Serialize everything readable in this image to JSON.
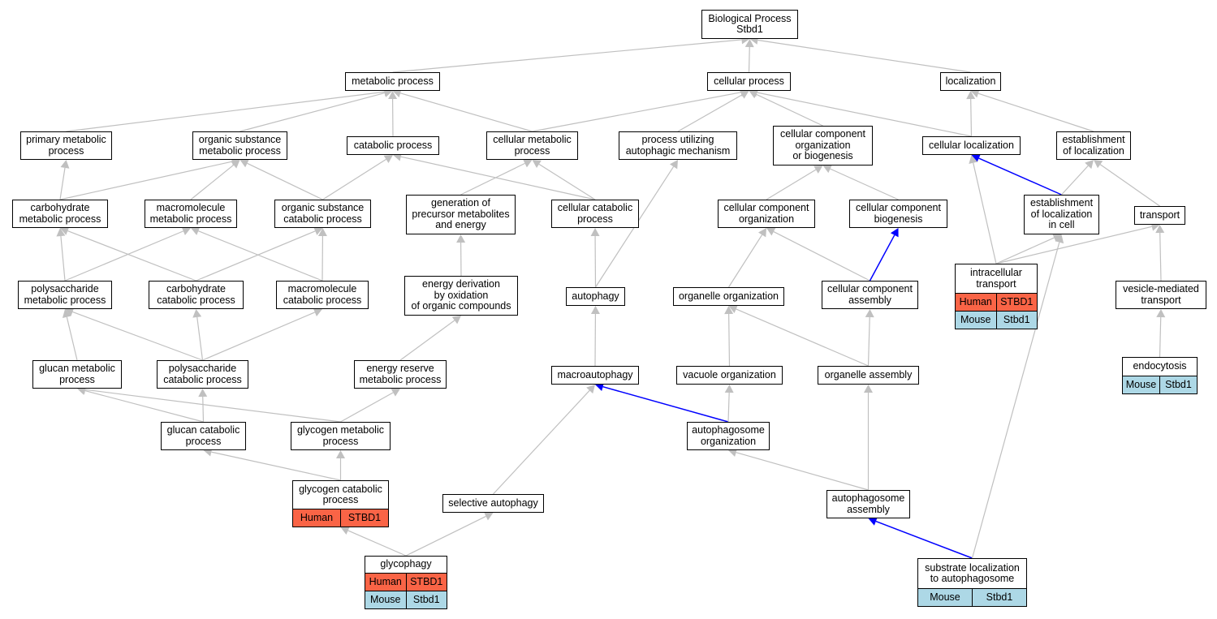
{
  "colors": {
    "edge": "#c0c0c0",
    "highlight_edge": "#0000ff",
    "human": "#fa6446",
    "mouse": "#add8e6",
    "border": "#000000"
  },
  "nodes": {
    "bp": {
      "label": "Biological Process\nStbd1"
    },
    "met": {
      "label": "metabolic process"
    },
    "cell": {
      "label": "cellular process"
    },
    "loc": {
      "label": "localization"
    },
    "pmp": {
      "label": "primary metabolic\nprocess"
    },
    "osmp": {
      "label": "organic substance\nmetabolic process"
    },
    "catp": {
      "label": "catabolic process"
    },
    "cmp": {
      "label": "cellular metabolic\nprocess"
    },
    "puam": {
      "label": "process utilizing\nautophagic mechanism"
    },
    "ccob": {
      "label": "cellular component\norganization\nor biogenesis"
    },
    "cloc": {
      "label": "cellular localization"
    },
    "eloc": {
      "label": "establishment\nof localization"
    },
    "chmp": {
      "label": "carbohydrate\nmetabolic process"
    },
    "mmp": {
      "label": "macromolecule\nmetabolic process"
    },
    "oscp": {
      "label": "organic substance\ncatabolic process"
    },
    "gpme": {
      "label": "generation of\nprecursor metabolites\nand energy"
    },
    "ccp": {
      "label": "cellular catabolic\nprocess"
    },
    "cco": {
      "label": "cellular component\norganization"
    },
    "ccb": {
      "label": "cellular component\nbiogenesis"
    },
    "elic": {
      "label": "establishment\nof localization\nin cell"
    },
    "trn": {
      "label": "transport"
    },
    "psmp": {
      "label": "polysaccharide\nmetabolic process"
    },
    "chcp": {
      "label": "carbohydrate\ncatabolic process"
    },
    "mcp": {
      "label": "macromolecule\ncatabolic process"
    },
    "ed": {
      "label": "energy derivation\nby oxidation\nof organic compounds"
    },
    "aut": {
      "label": "autophagy"
    },
    "oo": {
      "label": "organelle organization"
    },
    "cca": {
      "label": "cellular component\nassembly"
    },
    "it": {
      "label": "intracellular\ntransport",
      "human": [
        "Human",
        "STBD1"
      ],
      "mouse": [
        "Mouse",
        "Stbd1"
      ]
    },
    "vmt": {
      "label": "vesicle-mediated\ntransport"
    },
    "gmp": {
      "label": "glucan metabolic\nprocess"
    },
    "pscp": {
      "label": "polysaccharide\ncatabolic process"
    },
    "ermp": {
      "label": "energy reserve\nmetabolic process"
    },
    "maut": {
      "label": "macroautophagy"
    },
    "vo": {
      "label": "vacuole organization"
    },
    "oa": {
      "label": "organelle assembly"
    },
    "endo": {
      "label": "endocytosis",
      "mouse": [
        "Mouse",
        "Stbd1"
      ]
    },
    "gcp": {
      "label": "glucan catabolic\nprocess"
    },
    "glmp": {
      "label": "glycogen metabolic\nprocess"
    },
    "apo": {
      "label": "autophagosome\norganization"
    },
    "glcp": {
      "label": "glycogen catabolic\nprocess",
      "human": [
        "Human",
        "STBD1"
      ]
    },
    "saut": {
      "label": "selective autophagy"
    },
    "apa": {
      "label": "autophagosome\nassembly"
    },
    "glyp": {
      "label": "glycophagy",
      "human": [
        "Human",
        "STBD1"
      ],
      "mouse": [
        "Mouse",
        "Stbd1"
      ]
    },
    "slap": {
      "label": "substrate localization\nto autophagosome",
      "mouse": [
        "Mouse",
        "Stbd1"
      ]
    }
  },
  "edges": [
    [
      "met",
      "bp"
    ],
    [
      "cell",
      "bp"
    ],
    [
      "loc",
      "bp"
    ],
    [
      "pmp",
      "met"
    ],
    [
      "osmp",
      "met"
    ],
    [
      "catp",
      "met"
    ],
    [
      "cmp",
      "met"
    ],
    [
      "cmp",
      "cell"
    ],
    [
      "puam",
      "cell"
    ],
    [
      "ccob",
      "cell"
    ],
    [
      "cloc",
      "cell"
    ],
    [
      "cloc",
      "loc"
    ],
    [
      "eloc",
      "loc"
    ],
    [
      "chmp",
      "osmp"
    ],
    [
      "mmp",
      "osmp"
    ],
    [
      "oscp",
      "osmp"
    ],
    [
      "oscp",
      "catp"
    ],
    [
      "ccp",
      "catp"
    ],
    [
      "gpme",
      "cmp"
    ],
    [
      "ccp",
      "cmp"
    ],
    [
      "cco",
      "ccob"
    ],
    [
      "ccb",
      "ccob"
    ],
    [
      "elic",
      "cloc",
      1
    ],
    [
      "elic",
      "eloc"
    ],
    [
      "trn",
      "eloc"
    ],
    [
      "chmp",
      "pmp"
    ],
    [
      "psmp",
      "chmp"
    ],
    [
      "chcp",
      "chmp"
    ],
    [
      "psmp",
      "mmp"
    ],
    [
      "mcp",
      "mmp"
    ],
    [
      "chcp",
      "oscp"
    ],
    [
      "mcp",
      "oscp"
    ],
    [
      "ed",
      "gpme"
    ],
    [
      "aut",
      "ccp"
    ],
    [
      "aut",
      "puam"
    ],
    [
      "oo",
      "cco"
    ],
    [
      "cca",
      "cco"
    ],
    [
      "cca",
      "ccb",
      1
    ],
    [
      "it",
      "cloc"
    ],
    [
      "it",
      "elic"
    ],
    [
      "it",
      "trn"
    ],
    [
      "vmt",
      "trn"
    ],
    [
      "gmp",
      "psmp"
    ],
    [
      "pscp",
      "psmp"
    ],
    [
      "pscp",
      "chcp"
    ],
    [
      "pscp",
      "mcp"
    ],
    [
      "ermp",
      "ed"
    ],
    [
      "maut",
      "aut"
    ],
    [
      "vo",
      "oo"
    ],
    [
      "oa",
      "oo"
    ],
    [
      "oa",
      "cca"
    ],
    [
      "endo",
      "vmt"
    ],
    [
      "gcp",
      "gmp"
    ],
    [
      "glmp",
      "gmp"
    ],
    [
      "gcp",
      "pscp"
    ],
    [
      "glmp",
      "ermp"
    ],
    [
      "apo",
      "maut",
      1
    ],
    [
      "apo",
      "vo"
    ],
    [
      "saut",
      "maut"
    ],
    [
      "glcp",
      "gcp"
    ],
    [
      "glcp",
      "glmp"
    ],
    [
      "apa",
      "apo"
    ],
    [
      "apa",
      "oa"
    ],
    [
      "glyp",
      "glcp"
    ],
    [
      "glyp",
      "saut"
    ],
    [
      "slap",
      "apa",
      1
    ],
    [
      "slap",
      "elic"
    ]
  ]
}
